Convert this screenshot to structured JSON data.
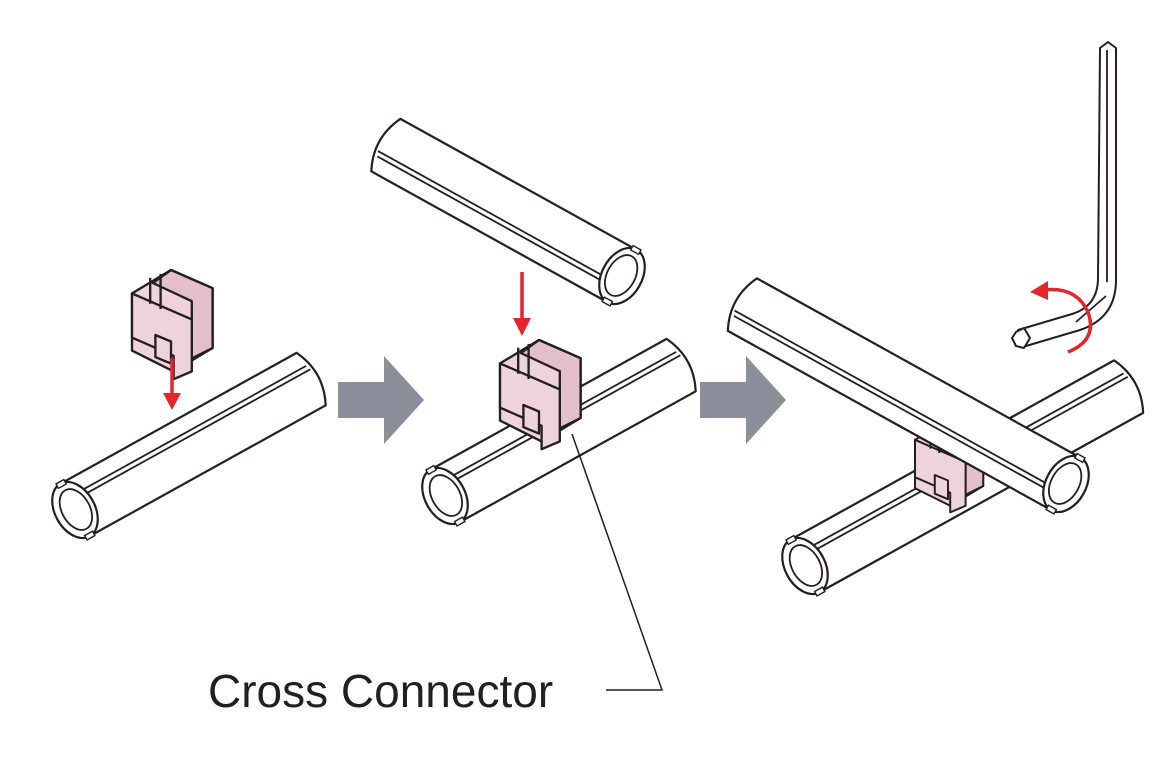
{
  "callout": {
    "label": "Cross Connector"
  },
  "colors": {
    "connector_fill": "#efd3dc",
    "motion_arrow": "#e3262b",
    "step_arrow": "#8a8f9a",
    "outline": "#231f20"
  },
  "steps": [
    {
      "name": "insert-connector-into-pipe",
      "icons": [
        "pipe-icon",
        "cross-connector-icon",
        "down-arrow-icon"
      ]
    },
    {
      "name": "place-second-pipe-on-connector",
      "icons": [
        "pipe-icon",
        "pipe-icon",
        "cross-connector-icon",
        "down-arrow-icon"
      ]
    },
    {
      "name": "tighten-with-hex-key",
      "icons": [
        "pipe-icon",
        "pipe-icon",
        "cross-connector-icon",
        "hex-key-icon",
        "rotate-arrow-icon"
      ]
    }
  ]
}
